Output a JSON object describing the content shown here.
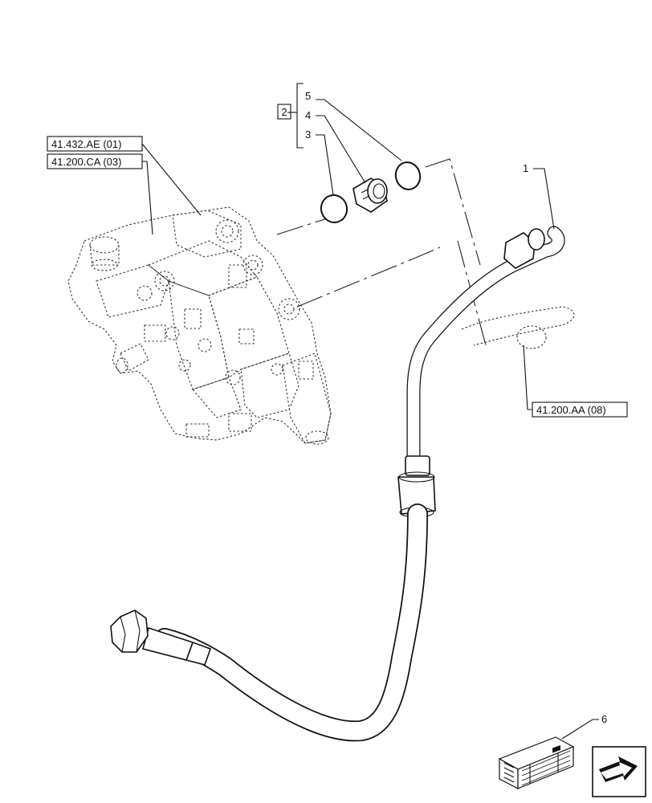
{
  "references": {
    "ref_1": "41.432.AE (01)",
    "ref_2": "41.200.CA (03)",
    "ref_3": "41.200.AA (08)"
  },
  "group_box_label": "2",
  "callouts": {
    "c1": "1",
    "c3": "3",
    "c4": "4",
    "c5": "5",
    "c6": "6"
  },
  "icons": {
    "nav": "next-page-arrow-icon",
    "kit": "kit-box-icon"
  }
}
